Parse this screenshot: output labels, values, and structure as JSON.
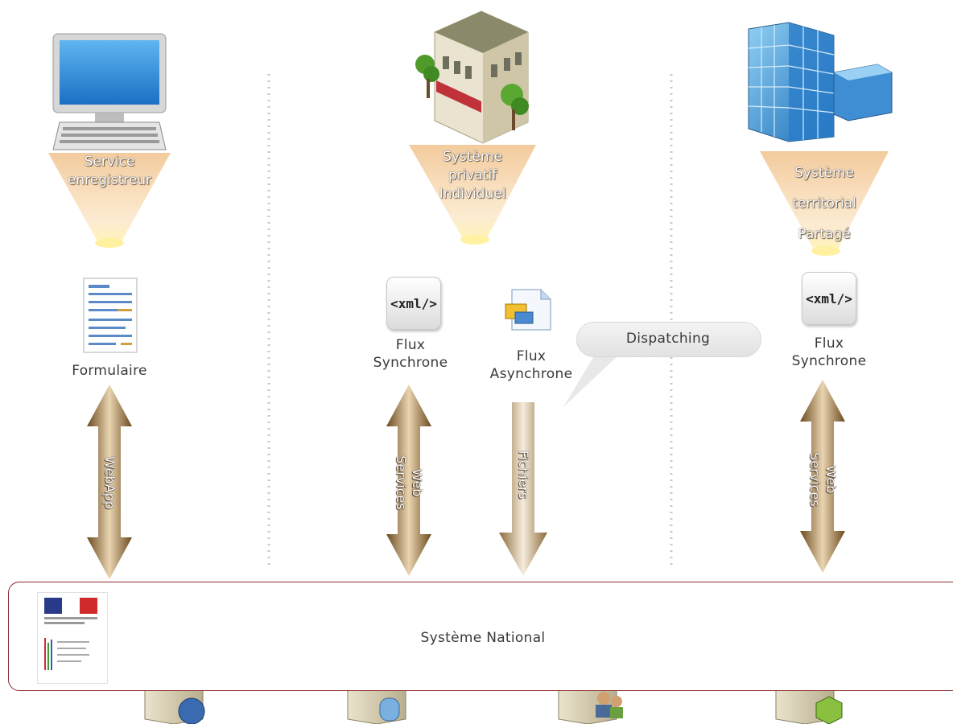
{
  "clients": [
    {
      "id": "service",
      "label_lines": [
        "Service",
        "enregistreur"
      ],
      "artifact": "Formulaire",
      "channel": "WebApp"
    },
    {
      "id": "privatif",
      "label_lines": [
        "Système",
        "privatif",
        "Individuel"
      ]
    },
    {
      "id": "territorial",
      "label_lines": [
        "Système",
        "territorial",
        "Partagé"
      ]
    }
  ],
  "flux": {
    "privatif_sync": {
      "icon_text": "<xml/>",
      "label_lines": [
        "Flux",
        "Synchrone"
      ],
      "channel_lines": [
        "Web",
        "Services"
      ]
    },
    "privatif_async": {
      "label_lines": [
        "Flux",
        "Asynchrone"
      ],
      "channel": "Fichiers"
    },
    "territorial_sync": {
      "icon_text": "<xml/>",
      "label_lines": [
        "Flux",
        "Synchrone"
      ],
      "channel_lines": [
        "Web",
        "Services"
      ]
    }
  },
  "dispatching": "Dispatching",
  "national": {
    "title": "Système National"
  },
  "colors": {
    "arrow_dark": "#6b4a1e",
    "arrow_light": "#f4e9d8",
    "box_border": "#8a2a2a",
    "glow": "#f0b878"
  }
}
